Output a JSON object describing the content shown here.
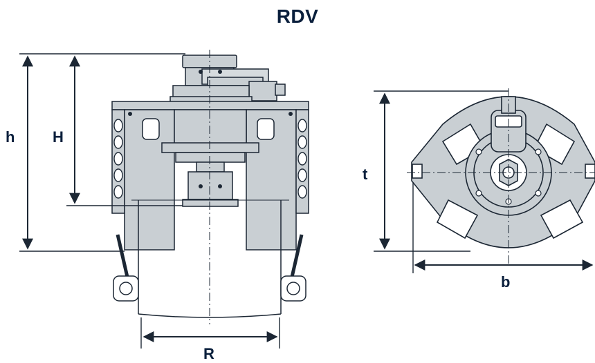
{
  "title": "RDV",
  "labels": {
    "h": "h",
    "H": "H",
    "R": "R",
    "t": "t",
    "b": "b"
  },
  "colors": {
    "fill": "#c9cfd3",
    "line": "#1c2734",
    "text": "#0a1f3c"
  }
}
